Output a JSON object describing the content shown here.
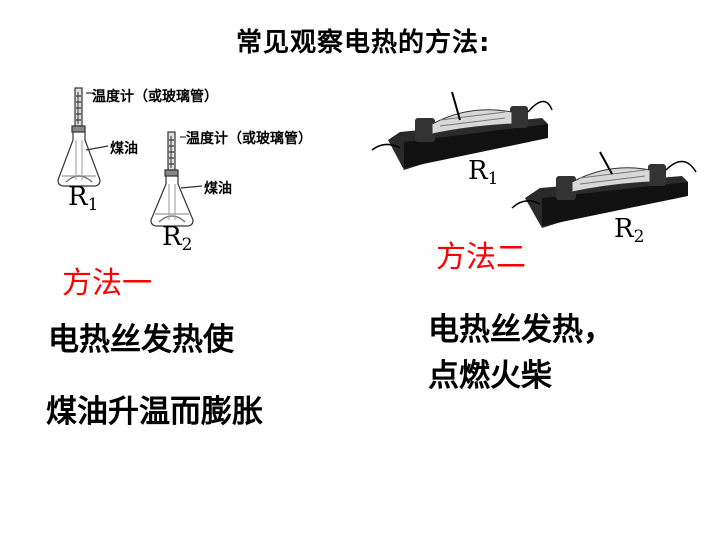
{
  "title": "常见观察电热的方法:",
  "left_figure": {
    "thermometer_label_1": "温度计（或玻璃管）",
    "kerosene_label_1": "煤油",
    "thermometer_label_2": "温度计（或玻璃管）",
    "kerosene_label_2": "煤油",
    "r1": {
      "letter": "R",
      "sub": "1"
    },
    "r2": {
      "letter": "R",
      "sub": "2"
    }
  },
  "right_figure": {
    "r1": {
      "letter": "R",
      "sub": "1"
    },
    "r2": {
      "letter": "R",
      "sub": "2"
    }
  },
  "method1": {
    "label": "方法一",
    "line1": "电热丝发热使",
    "line2": "煤油升温而膨胀"
  },
  "method2": {
    "label": "方法二",
    "line1": "电热丝发热，",
    "line2": "点燃火柴"
  },
  "colors": {
    "method_label": "#ff0000",
    "text": "#000000"
  }
}
